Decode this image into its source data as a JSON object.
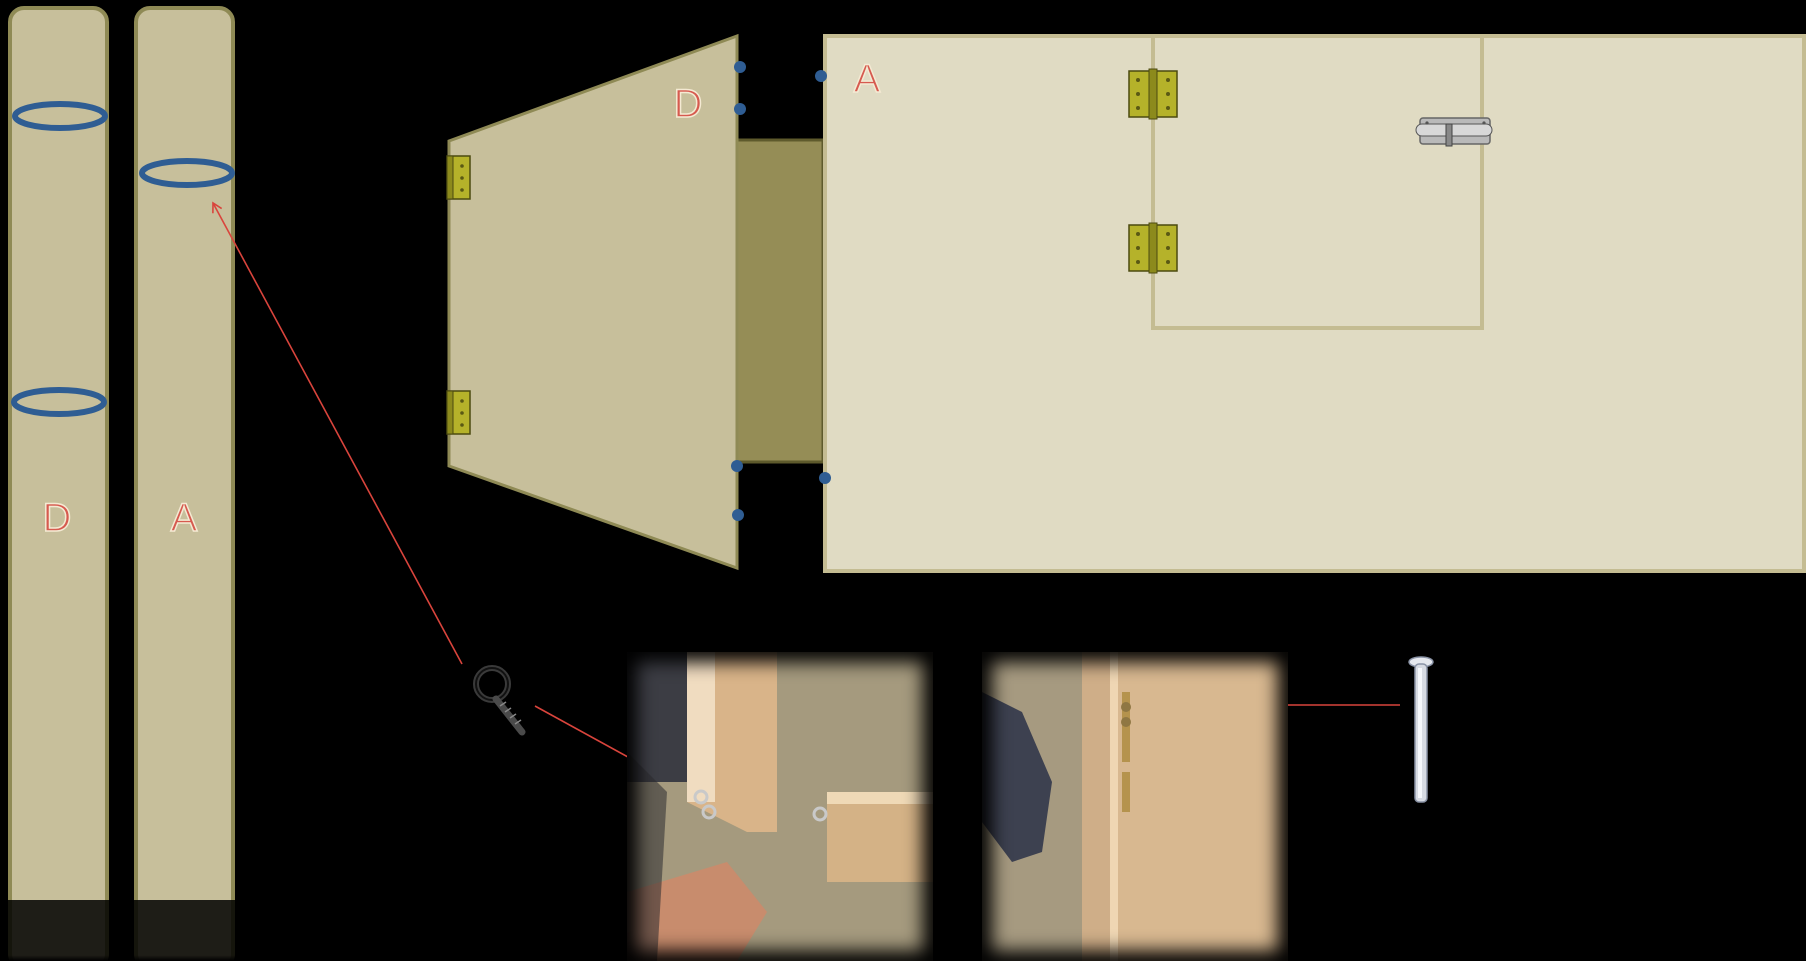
{
  "labels": {
    "panel_d": "D",
    "panel_a": "A",
    "pole_d": "D",
    "pole_a": "A"
  },
  "colors": {
    "background": "#000000",
    "panel_fill": "#c7bf9b",
    "panel_a_fill": "#e0dbc3",
    "panel_border": "#8f8a55",
    "box_side": "#958d56",
    "ring": "#2f5d93",
    "hinge": "#b5b22a",
    "label_fill": "#d65a4f",
    "label_stroke": "#f4ead3",
    "arrow": "#d9443c"
  },
  "icons": {
    "hinge": "hinge-icon",
    "barrel_bolt": "barrel-bolt-icon",
    "eye_screw": "eye-screw-icon",
    "hinge_pin": "hinge-pin-icon"
  }
}
